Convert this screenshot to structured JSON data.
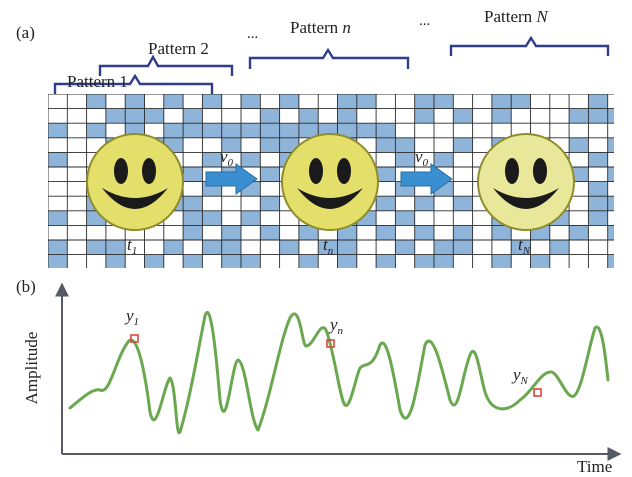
{
  "panel_a": {
    "label": "(a)",
    "patterns": [
      {
        "label": "Pattern 1"
      },
      {
        "label": "Pattern 2"
      },
      {
        "label": "Pattern ",
        "index": "n"
      },
      {
        "label": "Pattern ",
        "index": "N"
      }
    ],
    "ellipsis": "...",
    "velocity": {
      "symbol": "v",
      "subscript": "0"
    },
    "times": [
      {
        "symbol": "t",
        "subscript": "1"
      },
      {
        "symbol": "t",
        "subscript": "n"
      },
      {
        "symbol": "t",
        "subscript": "N"
      }
    ]
  },
  "panel_b": {
    "label": "(b)",
    "xlabel": "Time",
    "ylabel": "Amplitude",
    "samples": [
      {
        "symbol": "y",
        "subscript": "1"
      },
      {
        "symbol": "y",
        "subscript": "n"
      },
      {
        "symbol": "y",
        "subscript": "N"
      }
    ]
  },
  "colors": {
    "checker_blue": "#8fb4d9",
    "bracket": "#2f3d8a",
    "smiley_face": "#e3df6a",
    "smiley_edge": "#8f8c2c",
    "arrow": "#3a8fd1",
    "signal": "#6aa84f",
    "marker": "#e0443b",
    "axis": "#555a66"
  }
}
